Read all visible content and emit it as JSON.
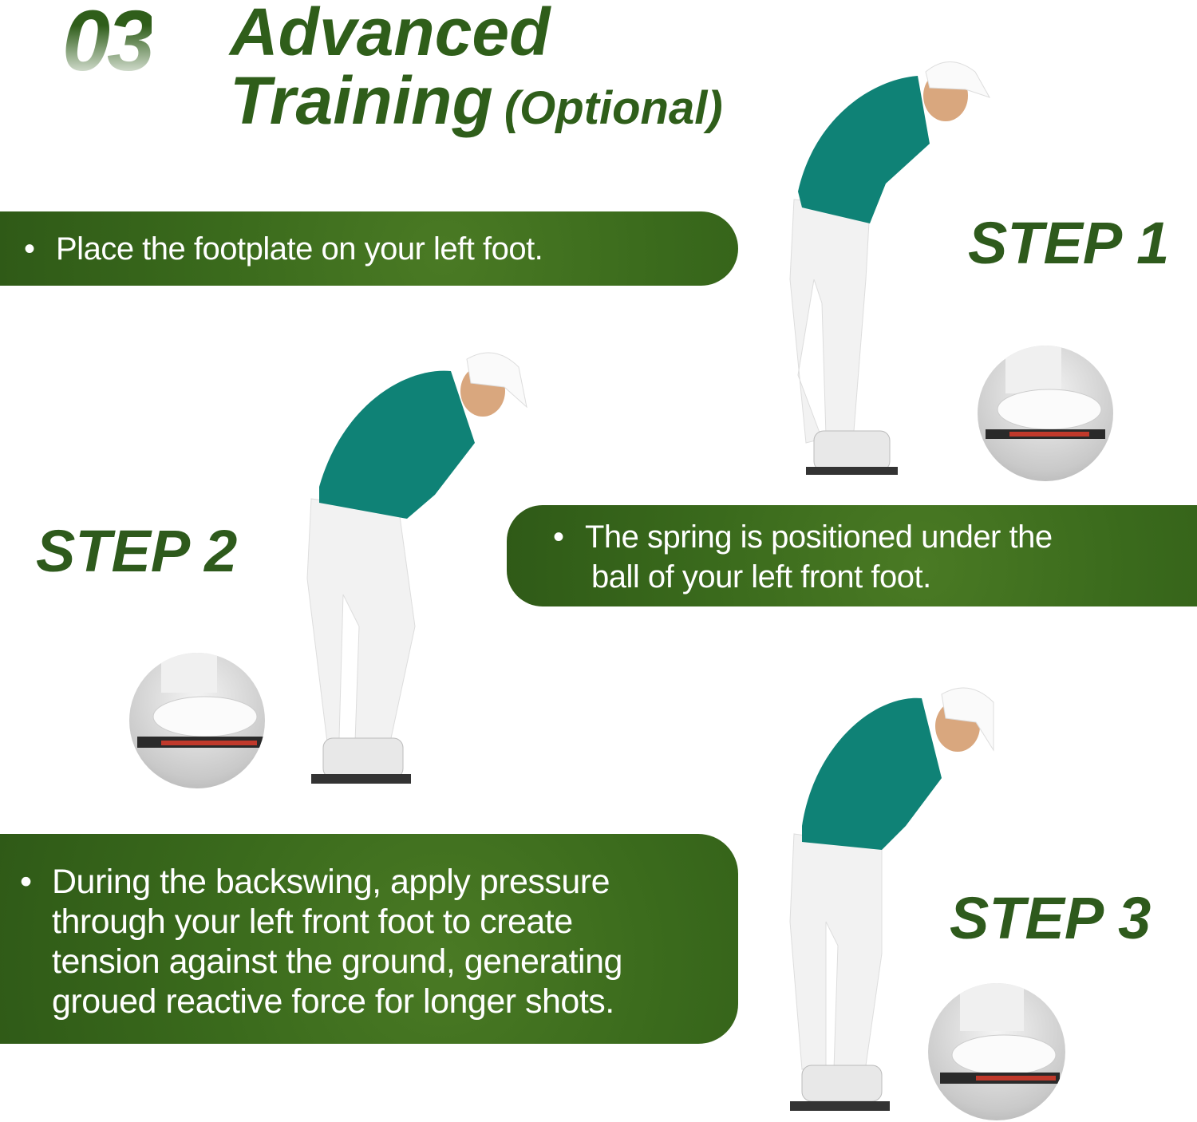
{
  "header": {
    "number": "03",
    "title_line1": "Advanced",
    "title_line2": "Training",
    "title_suffix": "(Optional)"
  },
  "steps": [
    {
      "label": "STEP 1",
      "bullet": "•",
      "text": "Place the footplate on your left  foot."
    },
    {
      "label": "STEP 2",
      "bullet": "•",
      "text_line1": "The spring is positioned under the",
      "text_line2": "ball of your left front foot."
    },
    {
      "label": "STEP 3",
      "bullet": "•",
      "text_lines": [
        "During the backswing, apply pressure",
        "through your left front foot to create",
        "tension against the ground, generating",
        "groued reactive force for longer shots."
      ]
    }
  ],
  "colors": {
    "brand_green": "#2f5e1a",
    "sweater": "#0f8276"
  }
}
